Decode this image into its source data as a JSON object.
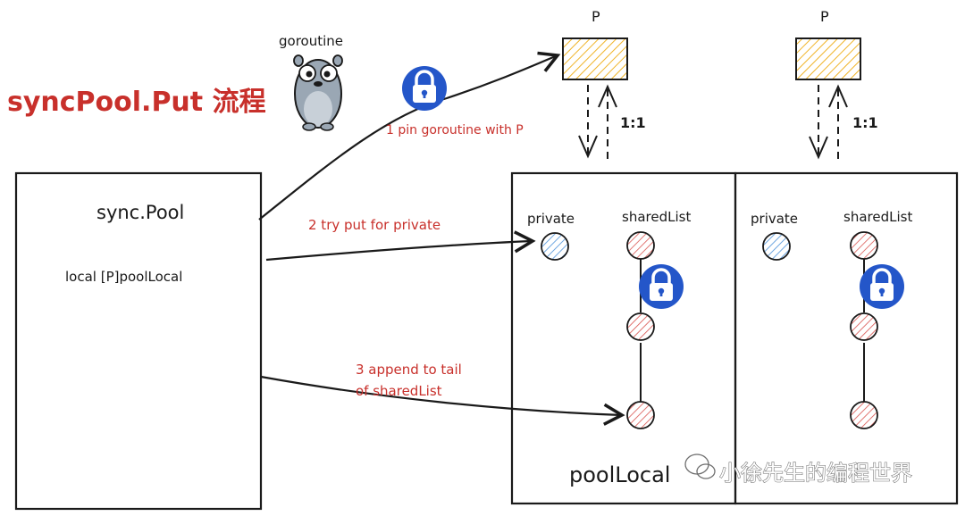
{
  "title": "syncPool.Put 流程",
  "mascot_label": "goroutine",
  "processors": [
    {
      "label": "P",
      "ratio": "1:1"
    },
    {
      "label": "P",
      "ratio": "1:1"
    }
  ],
  "pool": {
    "title": "sync.Pool",
    "field": "local [P]poolLocal"
  },
  "steps": [
    {
      "text": "1 pin goroutine with P"
    },
    {
      "text": "2 try put for private"
    },
    {
      "text_line1": "3 append to tail",
      "text_line2": "of sharedList"
    }
  ],
  "pool_locals": [
    {
      "private_label": "private",
      "shared_label": "sharedList",
      "footer": "poolLocal"
    },
    {
      "private_label": "private",
      "shared_label": "sharedList"
    }
  ],
  "watermark": "小徐先生的编程世界",
  "icons": [
    "lock-icon",
    "gopher-icon",
    "wechat-icon"
  ],
  "colors": {
    "title_red": "#c8302b",
    "step_red": "#c8302b",
    "lock_blue": "#2456c9",
    "private_blue": "#4a90d9",
    "shared_red": "#d9534f",
    "processor_yellow": "#f0b429",
    "ink": "#1a1a1a"
  }
}
